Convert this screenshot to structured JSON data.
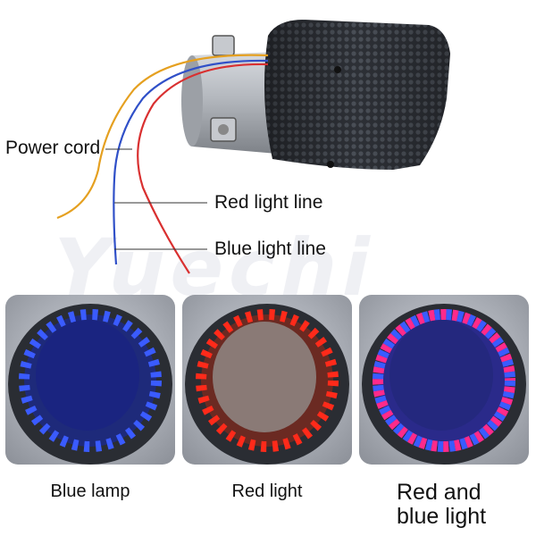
{
  "watermark": "Yuechi",
  "callouts": {
    "power_cord": "Power cord",
    "red_light_line": "Red light line",
    "blue_light_line": "Blue light line"
  },
  "panels": [
    {
      "caption": "Blue lamp",
      "glow_color": "#3a5bff"
    },
    {
      "caption": "Red light",
      "glow_color": "#ff2a1a"
    },
    {
      "caption": "Red and\nblue light",
      "glow_color": "#b040ff"
    }
  ],
  "colors": {
    "carbon": "#2d3036",
    "steel": "#b8bcc2",
    "wire_yellow": "#e5a020",
    "wire_red": "#d93030",
    "wire_blue": "#3050c8"
  }
}
